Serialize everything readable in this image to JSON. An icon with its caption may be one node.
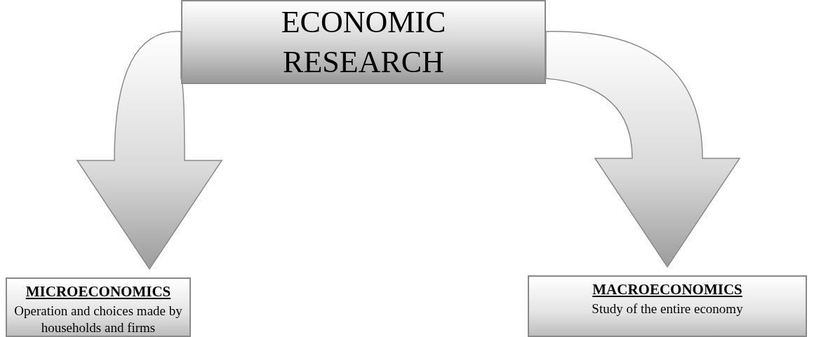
{
  "diagram": {
    "nodes": [
      {
        "text": [
          "ECONOMIC RESEARCH"
        ]
      },
      {
        "text": [
          "MICROECONOMICS",
          "Operation and choices made by households and firms"
        ]
      },
      {
        "text": [
          "MACROECONOMICS",
          "Study of the entire economy"
        ]
      }
    ],
    "edges": [
      {
        "from": 0,
        "to": 1,
        "arrow": "to"
      },
      {
        "from": 0,
        "to": 2,
        "arrow": "to"
      }
    ]
  }
}
